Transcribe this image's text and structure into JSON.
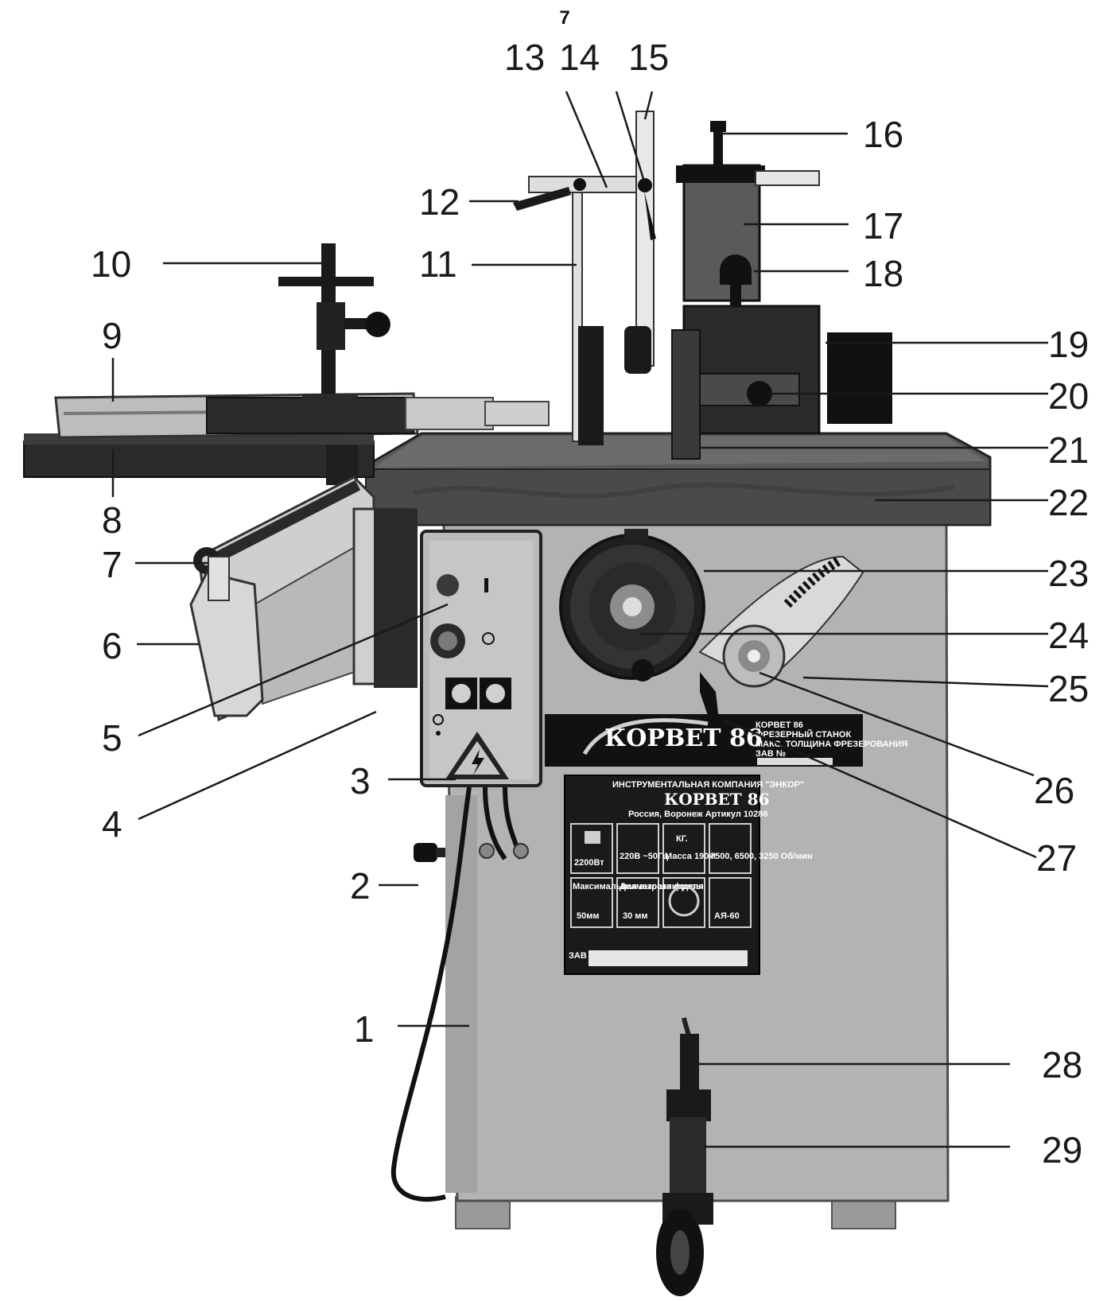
{
  "page_number": "7",
  "callouts": [
    {
      "id": "1",
      "label": "1"
    },
    {
      "id": "2",
      "label": "2"
    },
    {
      "id": "3",
      "label": "3"
    },
    {
      "id": "4",
      "label": "4"
    },
    {
      "id": "5",
      "label": "5"
    },
    {
      "id": "6",
      "label": "6"
    },
    {
      "id": "7",
      "label": "7"
    },
    {
      "id": "8",
      "label": "8"
    },
    {
      "id": "9",
      "label": "9"
    },
    {
      "id": "10",
      "label": "10"
    },
    {
      "id": "11",
      "label": "11"
    },
    {
      "id": "12",
      "label": "12"
    },
    {
      "id": "13",
      "label": "13"
    },
    {
      "id": "14",
      "label": "14"
    },
    {
      "id": "15",
      "label": "15"
    },
    {
      "id": "16",
      "label": "16"
    },
    {
      "id": "17",
      "label": "17"
    },
    {
      "id": "18",
      "label": "18"
    },
    {
      "id": "19",
      "label": "19"
    },
    {
      "id": "20",
      "label": "20"
    },
    {
      "id": "21",
      "label": "21"
    },
    {
      "id": "22",
      "label": "22"
    },
    {
      "id": "23",
      "label": "23"
    },
    {
      "id": "24",
      "label": "24"
    },
    {
      "id": "25",
      "label": "25"
    },
    {
      "id": "26",
      "label": "26"
    },
    {
      "id": "27",
      "label": "27"
    },
    {
      "id": "28",
      "label": "28"
    },
    {
      "id": "29",
      "label": "29"
    }
  ],
  "brand_badge": {
    "brand": "КОРВЕТ 86",
    "line1": "КОРВЕТ 86",
    "line2": "ФРЕЗЕРНЫЙ СТАНОК",
    "line3": "МАКС. ТОЛЩИНА ФРЕЗЕРОВАНИЯ",
    "serial_label": "ЗАВ №"
  },
  "spec_plate": {
    "company": "ИНСТРУМЕНТАЛЬНАЯ КОМПАНИЯ \"ЭНКОР\"",
    "model": "КОРВЕТ 86",
    "origin": "Россия, Воронеж  Артикул 10286",
    "power": "2200Вт",
    "voltage": "220В ~50Гц",
    "mass_icon": "КГ.",
    "mass": "Масса 190кг",
    "speeds": "7500, 6500, 3250 Об/мин",
    "max_height": "Максимальная высота фрезы",
    "max_height_value": "50мм",
    "spindle_diameter": "Диаметр шпинделя",
    "spindle_value": "30 мм",
    "cert": "АЯ-60",
    "serial_label": "ЗАВ №"
  },
  "colors": {
    "background": "#ffffff",
    "cabinet": "#a9a9a9",
    "table_top": "#4a4a4a",
    "dark_parts": "#1f1f1f",
    "leader_line": "#1a1a1a"
  }
}
